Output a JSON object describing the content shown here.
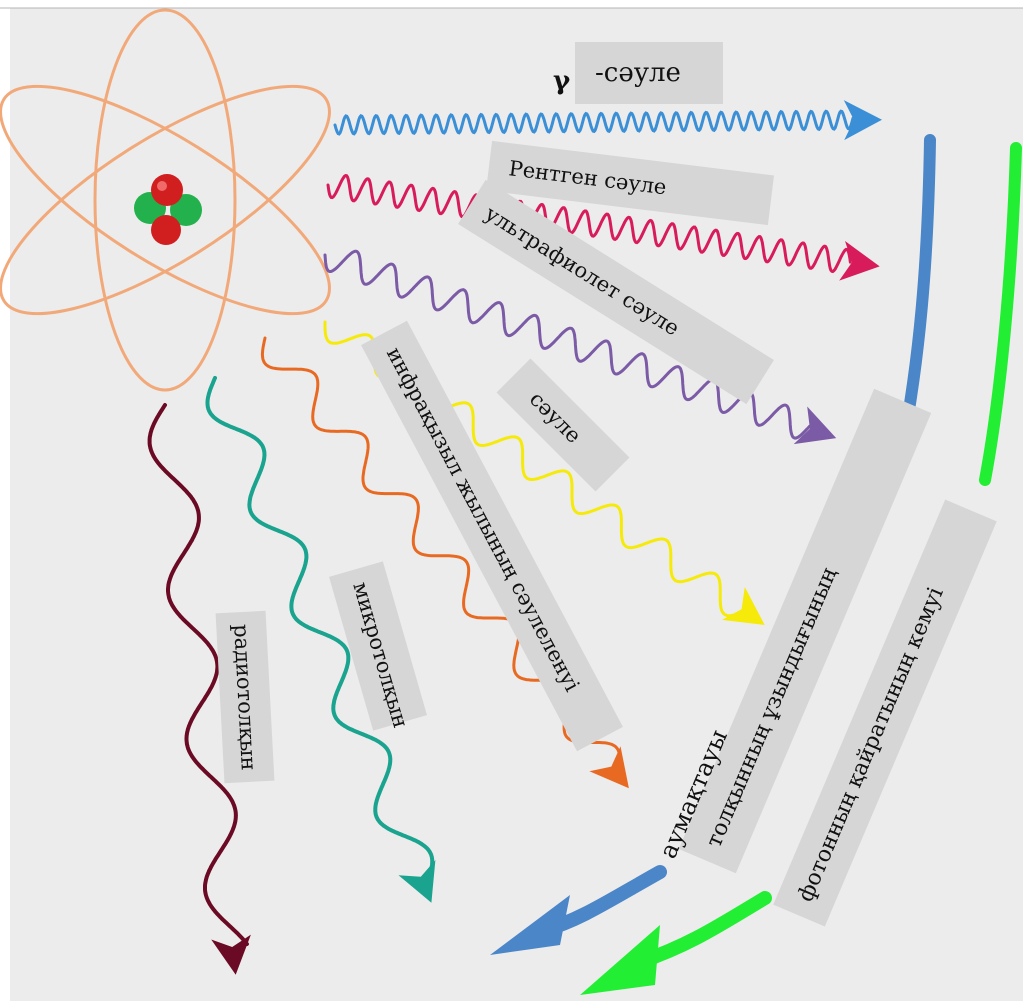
{
  "labels": {
    "gamma_symbol": "γ",
    "gamma": "-сәуле",
    "xray": "Рентген сәуле",
    "uv": "ультрафиолет сәуле",
    "visible": "сәуле",
    "infrared": "инфрақызыл жылының сәулеленуі",
    "microwave": "микротолқын",
    "radio": "радиотолқын",
    "wavelength": "толқынның ұзындығының",
    "region": "аумақтауы",
    "photon_energy": "фотонның қайратының кемуі"
  },
  "colors": {
    "background": "#ececec",
    "atom": "#f2a97a",
    "gamma": "#3a8fd6",
    "xray": "#d81b5a",
    "uv": "#7b5aa6",
    "visible": "#f5ea0a",
    "infrared": "#e86a22",
    "microwave": "#1aa38f",
    "radio": "#6b0a24",
    "wavelength_arrow": "#4a86c8",
    "energy_arrow": "#22ee33",
    "label_box": "#d6d6d6"
  }
}
